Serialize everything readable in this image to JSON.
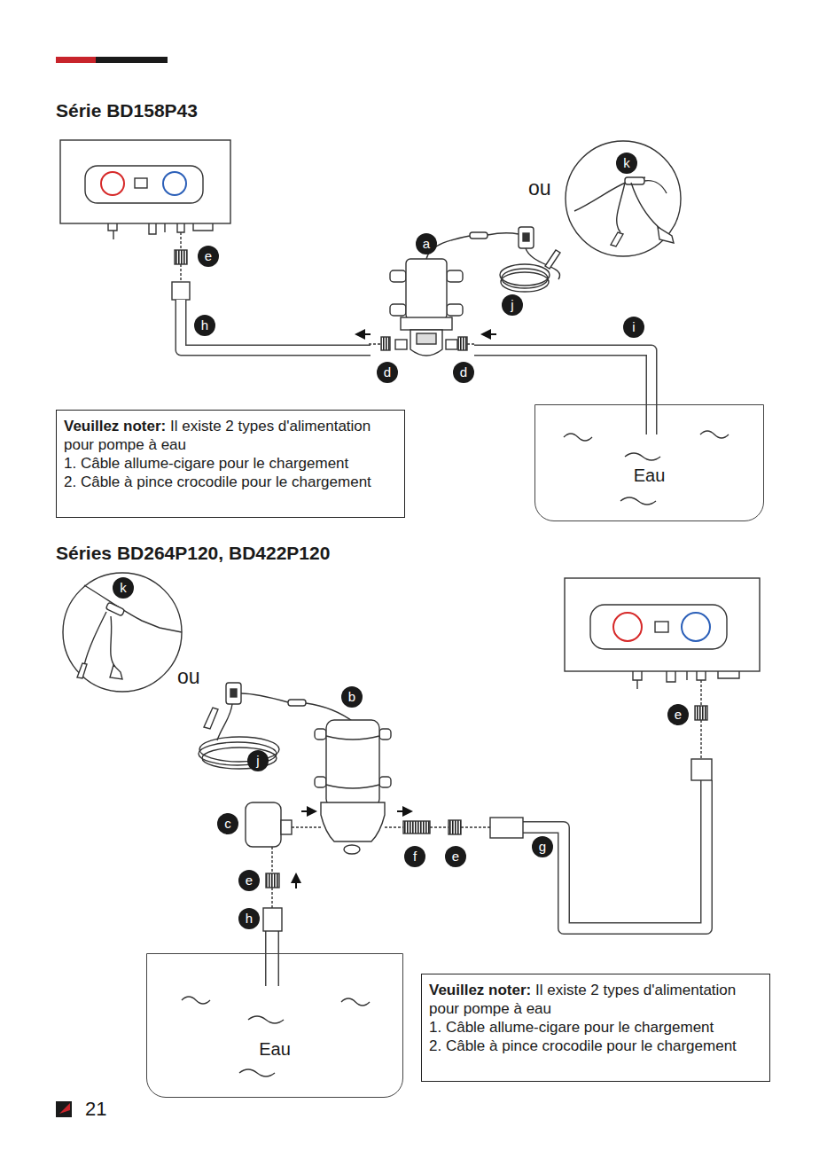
{
  "diagram": {
    "nodes": [
      {
        "text": [
          "Veuillez noter:",
          "Il existe 2 types d'alimentation pour pompe à eau",
          "1. Câble allume-cigare pour le chargement",
          "2. Câble à pince crocodile pour le chargement"
        ]
      },
      {
        "text": [
          "Eau"
        ]
      },
      {
        "text": [
          "Eau"
        ]
      },
      {
        "text": [
          "Veuillez noter:",
          "Il existe 2 types d'alimentation pour pompe à eau",
          "1. Câble allume-cigare pour le chargement",
          "2. Câble à pince crocodile pour le chargement"
        ]
      }
    ],
    "labels": [
      "Série BD158P43",
      "ou",
      "k",
      "a",
      "e",
      "j",
      "h",
      "d",
      "d",
      "i",
      "Séries BD264P120, BD422P120",
      "k",
      "ou",
      "b",
      "j",
      "c",
      "e",
      "h",
      "f",
      "e",
      "g",
      "e",
      "21"
    ]
  }
}
